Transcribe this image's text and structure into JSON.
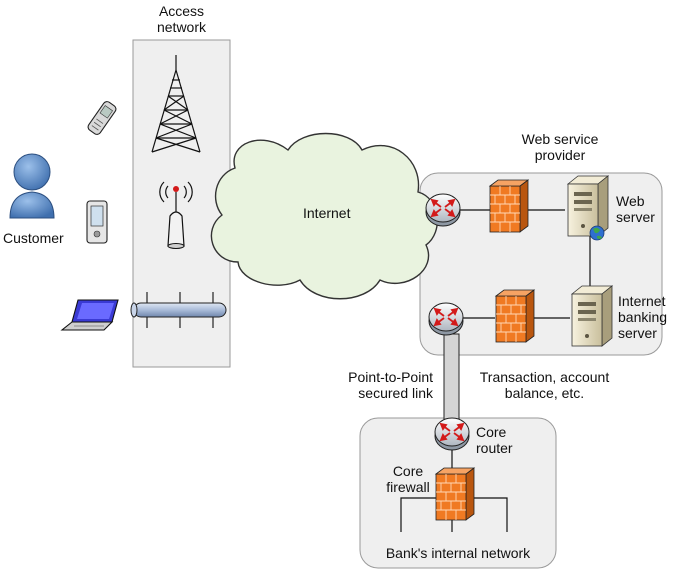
{
  "labels": {
    "access_network_l1": "Access",
    "access_network_l2": "network",
    "customer": "Customer",
    "internet": "Internet",
    "web_service_provider_l1": "Web service",
    "web_service_provider_l2": "provider",
    "web_server_l1": "Web",
    "web_server_l2": "server",
    "internet_banking_server_l1": "Internet",
    "internet_banking_server_l2": "banking",
    "internet_banking_server_l3": "server",
    "p2p_link_l1": "Point-to-Point",
    "p2p_link_l2": "secured link",
    "transaction_l1": "Transaction, account",
    "transaction_l2": "balance, etc.",
    "core_router_l1": "Core",
    "core_router_l2": "router",
    "core_firewall_l1": "Core",
    "core_firewall_l2": "firewall",
    "bank_internal_network": "Bank's internal network"
  },
  "colors": {
    "zone_fill": "#efefef",
    "zone_stroke": "#9a9a9a",
    "cloud_fill": "#e9f3df",
    "cloud_stroke": "#333333",
    "firewall": "#f07a22",
    "router": "#dde2e8",
    "router_arrows": "#d31a1a",
    "link_fill": "#d4d4d4",
    "person": "#5b8fce",
    "laptop_screen": "#3a3ad4",
    "bus": "#b3c3dd"
  },
  "icons": [
    "person-icon",
    "cellphone-icon",
    "pda-icon",
    "laptop-icon",
    "radio-tower-icon",
    "wireless-antenna-icon",
    "network-bus-icon",
    "cloud-icon",
    "router-icon",
    "firewall-icon",
    "server-icon",
    "globe-icon"
  ]
}
